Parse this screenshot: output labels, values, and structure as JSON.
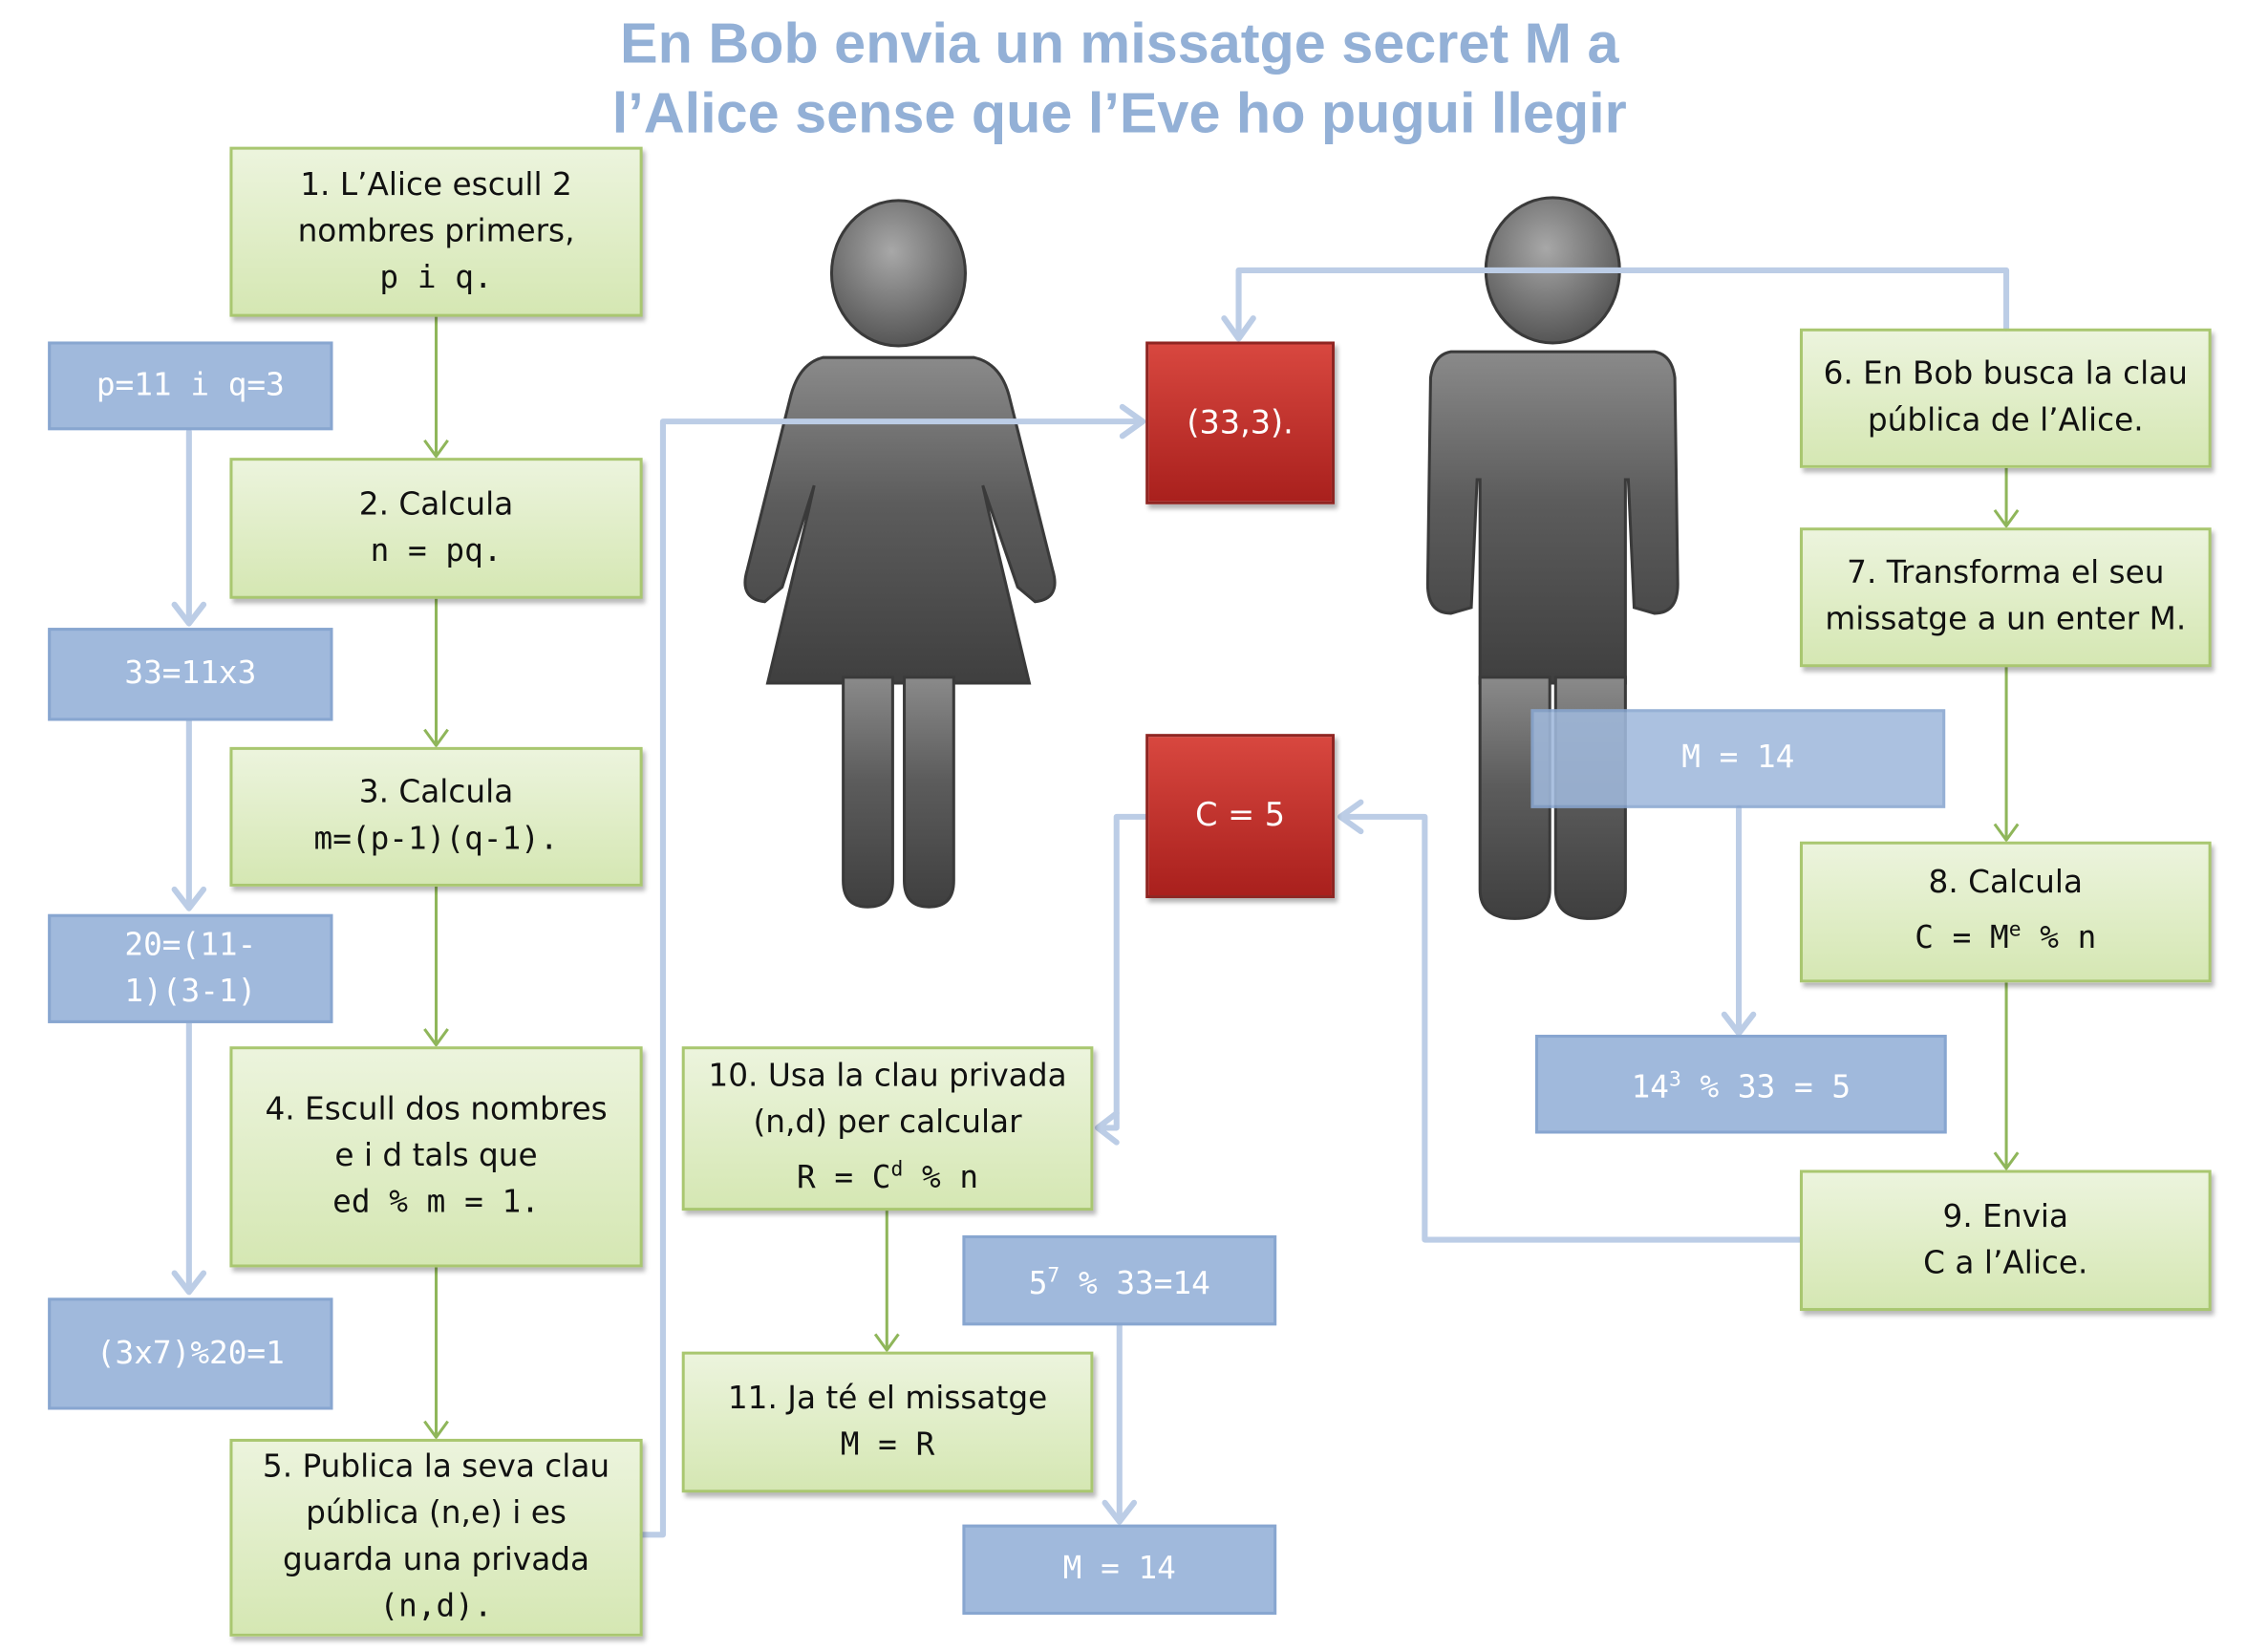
{
  "title": {
    "line1": "En Bob envia un missatge secret M a",
    "line2": "l’Alice sense que l’Eve ho pugui llegir"
  },
  "colors": {
    "title": "#93b0d6",
    "step_fill": "#d5e7b3",
    "step_border": "#a9c770",
    "value_fill": "#a0b9dc",
    "key_fill": "#c0302b",
    "flow_green": "#8fb65a",
    "flow_blue": "#bccde6",
    "person_gray": "#5a5a5a"
  },
  "figures": {
    "alice": "female-person-icon",
    "bob": "male-person-icon"
  },
  "steps": {
    "s1": {
      "l1": "1. L’Alice escull 2",
      "l2": "nombres primers,",
      "l3": "p i q."
    },
    "s2": {
      "l1": "2. Calcula",
      "l2": "n = pq."
    },
    "s3": {
      "l1": "3. Calcula",
      "l2": "m=(p-1)(q-1)."
    },
    "s4": {
      "l1": "4. Escull dos nombres",
      "l2": "e i d tals que",
      "l3": "ed % m = 1."
    },
    "s5": {
      "l1": "5. Publica la seva clau",
      "l2": "pública (n,e) i es",
      "l3": "guarda una privada",
      "l4": "(n,d)."
    },
    "s6": {
      "l1": "6. En Bob busca la clau",
      "l2": "pública de l’Alice."
    },
    "s7": {
      "l1": "7. Transforma el seu",
      "l2": "missatge a un enter M."
    },
    "s8": {
      "l1": "8. Calcula",
      "l2a": "C = M",
      "l2sup": "e",
      "l2b": " % n"
    },
    "s9": {
      "l1": "9. Envia",
      "l2": "C  a l’Alice."
    },
    "s10": {
      "l1": "10. Usa la clau privada",
      "l2": "(n,d) per calcular",
      "l3a": "R = C",
      "l3sup": "d",
      "l3b": " % n"
    },
    "s11": {
      "l1": "11. Ja té el missatge",
      "l2": "M = R"
    }
  },
  "values": {
    "pq": "p=11 i q=3",
    "n": "33=11x3",
    "m_l1": "20=(11-",
    "m_l2": "1)(3-1)",
    "ed": "(3x7)%20=1",
    "bob_m": "M = 14",
    "c_calc_a": "14",
    "c_calc_sup": "3",
    "c_calc_b": " % 33 = 5",
    "r_calc_a": "5",
    "r_calc_sup": "7",
    "r_calc_b": " % 33=14",
    "final_m": "M = 14"
  },
  "keys": {
    "public_key": "(33,3).",
    "ciphertext": "C = 5"
  }
}
